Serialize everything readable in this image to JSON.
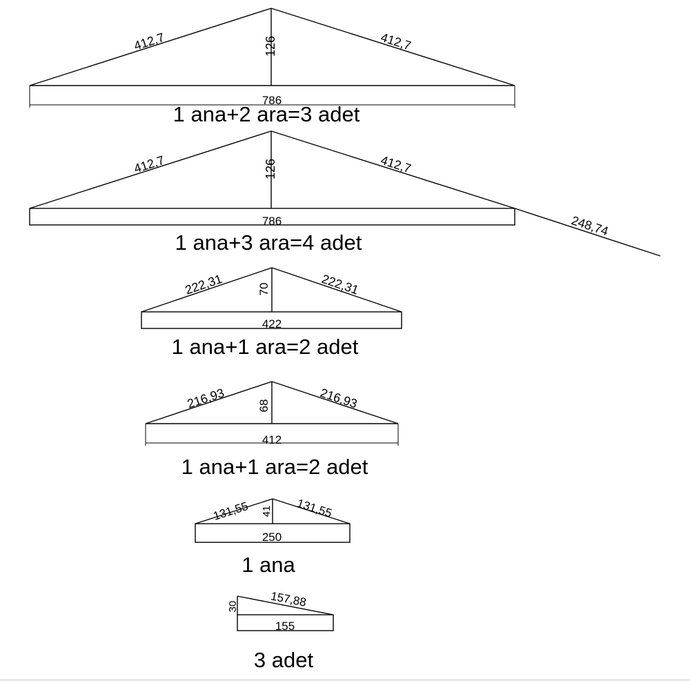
{
  "trusses": [
    {
      "id": "truss-1",
      "rafter_left": "412,7",
      "rafter_right": "412,7",
      "height": "126",
      "span": "786",
      "caption": "1 ana+2 ara=3 adet"
    },
    {
      "id": "truss-2",
      "rafter_left": "412,7",
      "rafter_right": "412,7",
      "height": "126",
      "span": "786",
      "extension": "248,74",
      "caption": "1 ana+3 ara=4 adet"
    },
    {
      "id": "truss-3",
      "rafter_left": "222,31",
      "rafter_right": "222,31",
      "height": "70",
      "span": "422",
      "caption": "1 ana+1 ara=2 adet"
    },
    {
      "id": "truss-4",
      "rafter_left": "216,93",
      "rafter_right": "216,93",
      "height": "68",
      "span": "412",
      "caption": "1 ana+1 ara=2 adet"
    },
    {
      "id": "truss-5",
      "rafter_left": "131,55",
      "rafter_right": "131,55",
      "height": "41",
      "span": "250",
      "caption": "1 ana"
    },
    {
      "id": "truss-6",
      "rafter": "157,88",
      "height": "30",
      "span": "155",
      "caption": "3 adet"
    }
  ],
  "colors": {
    "line": "#000000",
    "background": "#ffffff"
  }
}
